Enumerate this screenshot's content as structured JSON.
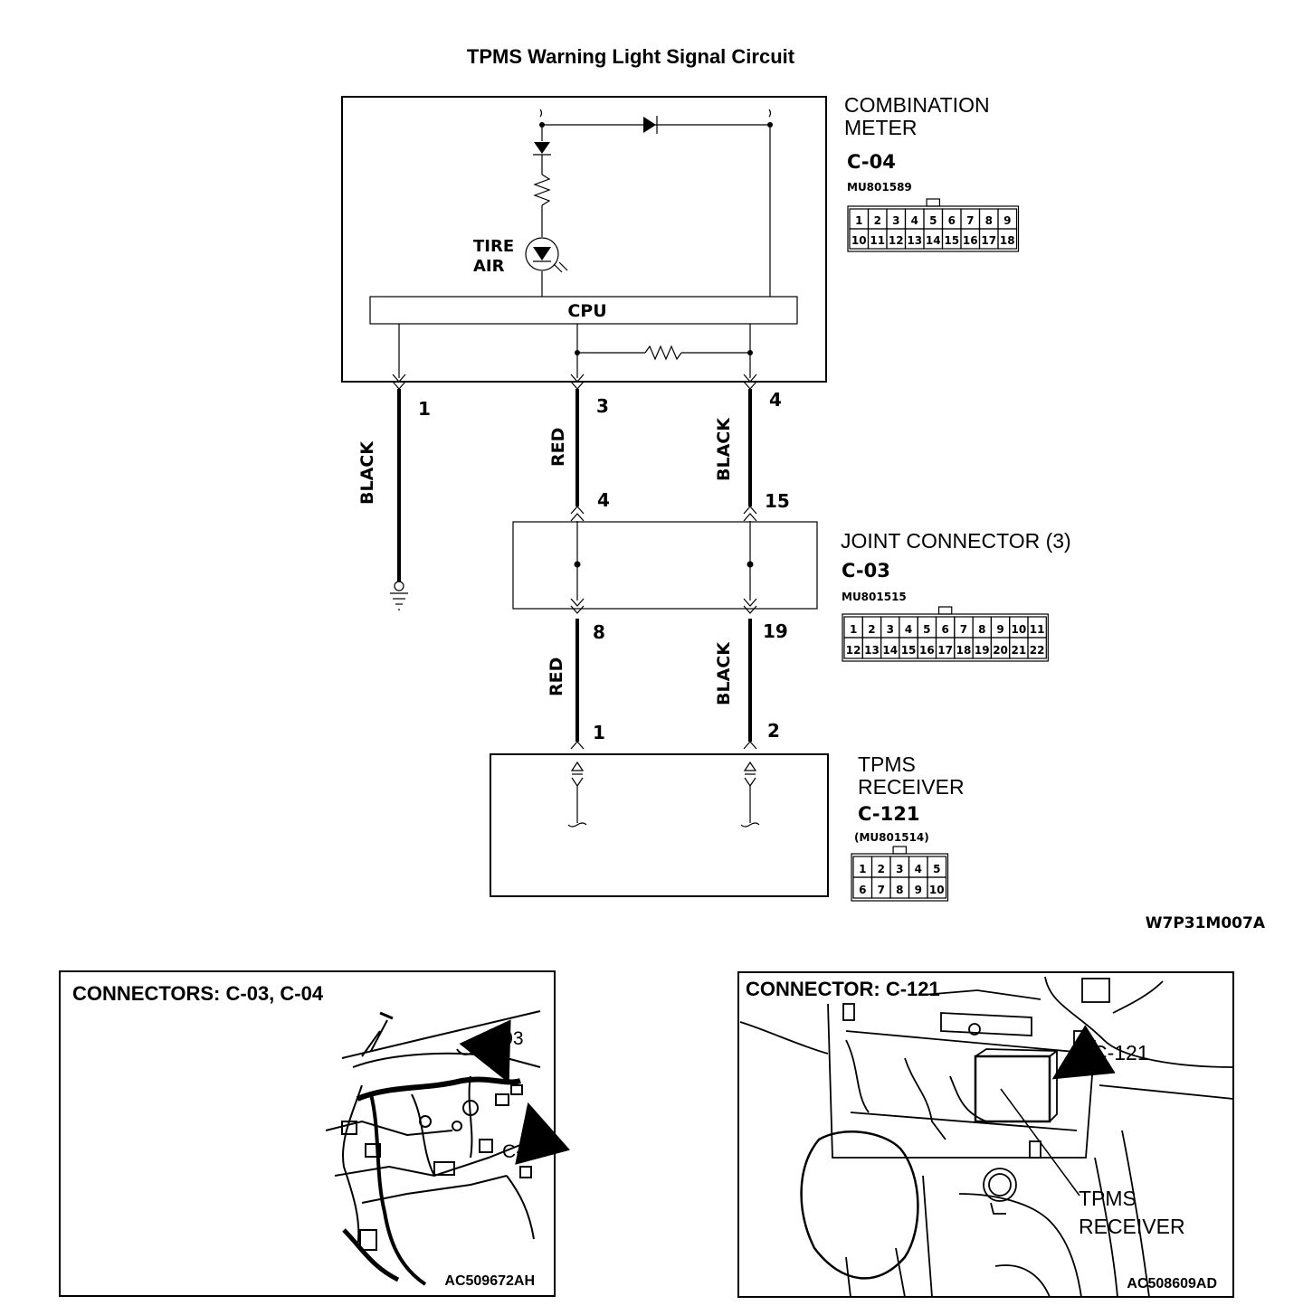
{
  "title": "TPMS Warning Light Signal Circuit",
  "combination_meter": {
    "name_line1": "COMBINATION",
    "name_line2": "METER",
    "connector_id": "C-04",
    "part_number": "MU801589",
    "pins_row1": [
      "1",
      "2",
      "3",
      "4",
      "5",
      "6",
      "7",
      "8",
      "9"
    ],
    "pins_row2": [
      "10",
      "11",
      "12",
      "13",
      "14",
      "15",
      "16",
      "17",
      "18"
    ],
    "lamp_label_line1": "TIRE",
    "lamp_label_line2": "AIR",
    "cpu_label": "CPU",
    "terminal_1": "1",
    "terminal_3": "3",
    "terminal_4": "4"
  },
  "wires": {
    "w1_color": "BLACK",
    "w3_color": "RED",
    "w4_color": "BLACK",
    "w8_color": "RED",
    "w19_color": "BLACK"
  },
  "joint_connector": {
    "name": "JOINT CONNECTOR (3)",
    "connector_id": "C-03",
    "part_number": "MU801515",
    "pin_top_left": "4",
    "pin_top_right": "15",
    "pin_bottom_left": "8",
    "pin_bottom_right": "19",
    "pins_row1": [
      "1",
      "2",
      "3",
      "4",
      "5",
      "6",
      "7",
      "8",
      "9",
      "10",
      "11"
    ],
    "pins_row2": [
      "12",
      "13",
      "14",
      "15",
      "16",
      "17",
      "18",
      "19",
      "20",
      "21",
      "22"
    ]
  },
  "tpms_receiver": {
    "name_line1": "TPMS",
    "name_line2": "RECEIVER",
    "connector_id": "C-121",
    "part_number": "(MU801514)",
    "pin_left": "1",
    "pin_right": "2",
    "pins_row1": [
      "1",
      "2",
      "3",
      "4",
      "5"
    ],
    "pins_row2": [
      "6",
      "7",
      "8",
      "9",
      "10"
    ]
  },
  "figure_code": "W7P31M007A",
  "panel_left": {
    "title": "CONNECTORS: C-03, C-04",
    "label_a": "C-03",
    "label_b": "C-04",
    "code": "AC509672AH"
  },
  "panel_right": {
    "title": "CONNECTOR: C-121",
    "label_a": "C-121",
    "label_b_line1": "TPMS",
    "label_b_line2": "RECEIVER",
    "code": "AC508609AD"
  }
}
